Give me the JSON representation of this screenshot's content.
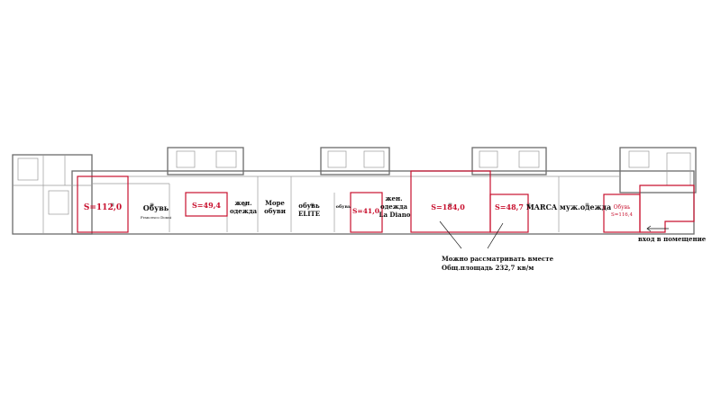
{
  "colors": {
    "wall": "#6b6b6b",
    "thin": "#9a9a9a",
    "highlight": "#c8102e",
    "text": "#111111",
    "area_text": "#c8102e"
  },
  "units": [
    {
      "id": "u112",
      "area": "S=112,0"
    },
    {
      "id": "u49",
      "area": "S=49,4"
    },
    {
      "id": "u41",
      "area": "S=41,0"
    },
    {
      "id": "u184",
      "area": "S=184,0"
    },
    {
      "id": "u48",
      "area": "S=48,7"
    },
    {
      "id": "u116",
      "area": "S=116,4",
      "tenant": "Обувь"
    }
  ],
  "tenants": [
    {
      "id": "obuv",
      "name": "Обувь"
    },
    {
      "id": "francesco",
      "name": "Francesco Donni"
    },
    {
      "id": "zhen1a",
      "name": "жен."
    },
    {
      "id": "zhen1b",
      "name": "одежда"
    },
    {
      "id": "more1",
      "name": "Море"
    },
    {
      "id": "more2",
      "name": "обуви"
    },
    {
      "id": "elite1",
      "name": "обувь"
    },
    {
      "id": "elite2",
      "name": "ELITE"
    },
    {
      "id": "obuv_small",
      "name": "обувь"
    },
    {
      "id": "zhen2a",
      "name": "жен."
    },
    {
      "id": "zhen2b",
      "name": "одежда"
    },
    {
      "id": "zhen2c",
      "name": "La Diano"
    },
    {
      "id": "marca",
      "name": "MARCA муж.одежда"
    }
  ],
  "notes": {
    "entrance": "вход в помещение",
    "combine_line1": "Можно рассматривать вместе",
    "combine_line2": "Общ.площадь 232,7 кв/м"
  }
}
